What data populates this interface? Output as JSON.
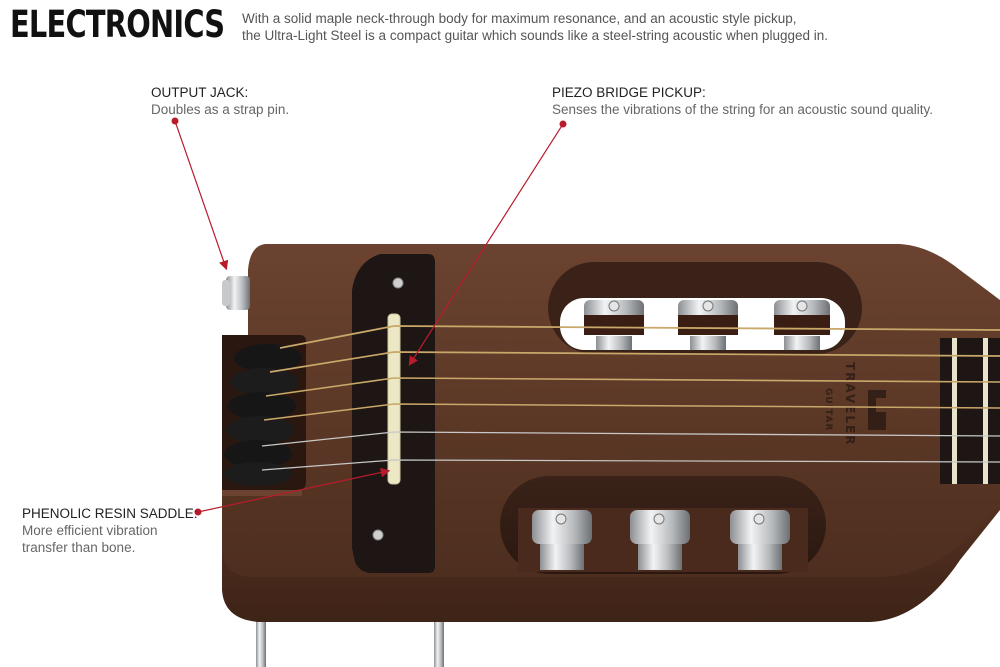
{
  "header": {
    "title": "ELECTRONICS",
    "intro_line1": "With a solid maple neck-through body for maximum resonance, and an acoustic style pickup,",
    "intro_line2": "the Ultra-Light Steel is a compact guitar which sounds like a steel-string acoustic when plugged in."
  },
  "callouts": [
    {
      "heading": "OUTPUT JACK:",
      "description": "Doubles as a strap pin."
    },
    {
      "heading": "PIEZO BRIDGE PICKUP:",
      "description": "Senses the vibrations of the string for an acoustic sound quality."
    },
    {
      "heading": "PHENOLIC RESIN SADDLE:",
      "description_line1": "More efficient vibration",
      "description_line2": "transfer than bone."
    }
  ],
  "guitar": {
    "logo_brand": "TRAVELER",
    "logo_sub": "GUITAR"
  },
  "colors": {
    "accent": "#b81c2c",
    "wood": "#5e3a27",
    "wood_dark": "#3f2418",
    "bridge": "#1e1614",
    "saddle": "#ece7c4",
    "string_bronze": "#c9a86a",
    "string_steel": "#c8c8c8",
    "chrome": "#d4d6d8"
  }
}
